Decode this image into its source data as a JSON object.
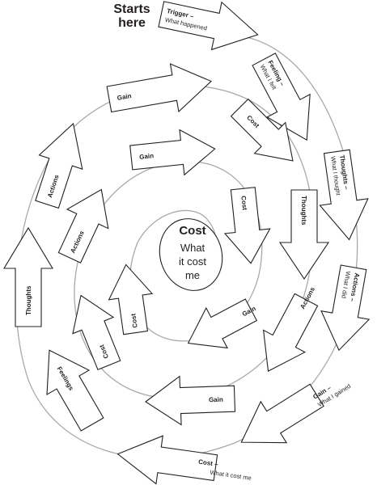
{
  "start_label": [
    "Starts",
    "here"
  ],
  "center": {
    "title": "Cost",
    "lines": [
      "What",
      "it cost",
      "me"
    ]
  },
  "arrows": [
    {
      "id": "trigger",
      "title": "Trigger –",
      "subtitle": "What happened"
    },
    {
      "id": "feeling",
      "title": "Feeling –",
      "subtitle": "What I felt"
    },
    {
      "id": "thoughts-outer",
      "title": "Thoughts –",
      "subtitle": "What I thought"
    },
    {
      "id": "actions-outer",
      "title": "Actions –",
      "subtitle": "What I did"
    },
    {
      "id": "gain-outer",
      "title": "Gain –",
      "subtitle": "What I gained"
    },
    {
      "id": "cost-outer",
      "title": "Cost –",
      "subtitle": "What it cost me"
    },
    {
      "id": "feelings-outer",
      "title": "Feelings",
      "subtitle": ""
    },
    {
      "id": "thoughts-left",
      "title": "Thoughts",
      "subtitle": ""
    },
    {
      "id": "actions-left",
      "title": "Actions",
      "subtitle": ""
    },
    {
      "id": "gain-top",
      "title": "Gain",
      "subtitle": ""
    },
    {
      "id": "cost-top",
      "title": "Cost",
      "subtitle": ""
    },
    {
      "id": "thoughts-mid",
      "title": "Thoughts",
      "subtitle": ""
    },
    {
      "id": "actions-mid",
      "title": "Actions",
      "subtitle": ""
    },
    {
      "id": "gain-bottom",
      "title": "Gain",
      "subtitle": ""
    },
    {
      "id": "cost-left",
      "title": "Cost",
      "subtitle": ""
    },
    {
      "id": "actions-inner",
      "title": "Actions",
      "subtitle": ""
    },
    {
      "id": "gain-inner",
      "title": "Gain",
      "subtitle": ""
    },
    {
      "id": "cost-inner-right",
      "title": "Cost",
      "subtitle": ""
    },
    {
      "id": "gain-inner-bottom",
      "title": "Gain",
      "subtitle": ""
    },
    {
      "id": "cost-inner-left",
      "title": "Cost",
      "subtitle": ""
    }
  ]
}
